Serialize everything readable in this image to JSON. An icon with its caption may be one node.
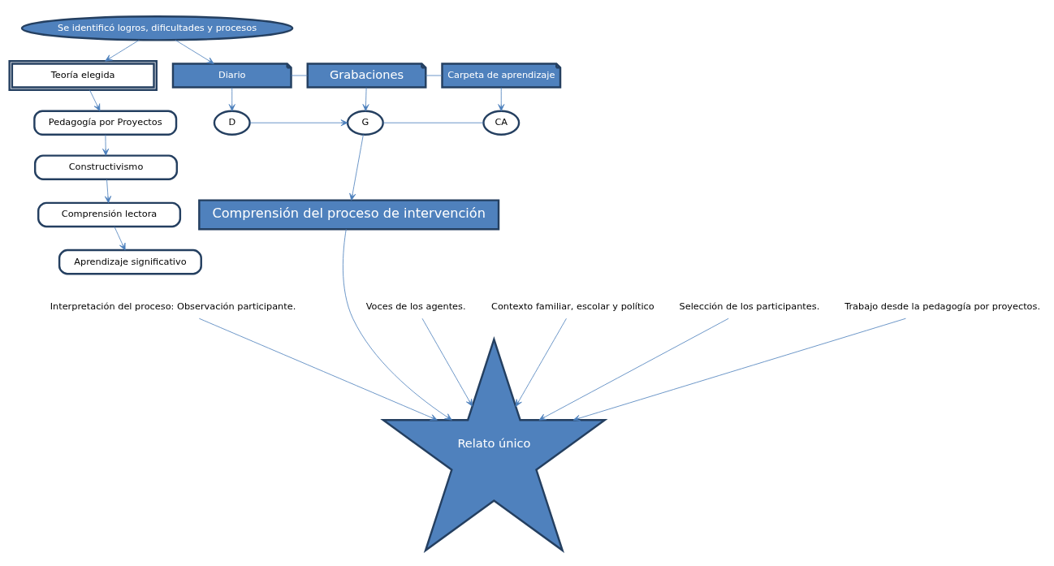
{
  "diagram": {
    "nodes": [
      {
        "text": [
          "Se identificó logros, dificultades y procesos"
        ]
      },
      {
        "text": [
          "Teoría elegida"
        ]
      },
      {
        "text": [
          "Pedagogía por Proyectos"
        ]
      },
      {
        "text": [
          "Constructivismo"
        ]
      },
      {
        "text": [
          "Comprensión lectora"
        ]
      },
      {
        "text": [
          "Aprendizaje significativo"
        ]
      },
      {
        "text": [
          "Carpeta de aprendizaje"
        ]
      },
      {
        "text": [
          "Grabaciones"
        ]
      },
      {
        "text": [
          "Diario"
        ]
      },
      {
        "text": [
          "CA"
        ]
      },
      {
        "text": [
          "G"
        ]
      },
      {
        "text": [
          "D"
        ]
      },
      {
        "text": [
          "Comprensión del proceso de intervención"
        ]
      },
      {
        "text": [
          "Relato único"
        ]
      },
      {
        "text": [
          "Interpretación del proceso: Observación participante."
        ]
      },
      {
        "text": [
          "Voces de los agentes."
        ]
      },
      {
        "text": [
          "Contexto familiar, escolar y político"
        ]
      },
      {
        "text": [
          "Selección de los participantes."
        ]
      },
      {
        "text": [
          "Trabajo desde la pedagogía por proyectos."
        ]
      }
    ],
    "edges": [
      {
        "from": 0,
        "to": 1,
        "arrow": "to"
      },
      {
        "from": 0,
        "to": 8,
        "arrow": "to"
      },
      {
        "from": 1,
        "to": 2,
        "arrow": "to"
      },
      {
        "from": 2,
        "to": 3,
        "arrow": "to"
      },
      {
        "from": 3,
        "to": 4,
        "arrow": "to"
      },
      {
        "from": 4,
        "to": 5,
        "arrow": "to"
      },
      {
        "from": 6,
        "to": 7,
        "arrow": "none"
      },
      {
        "from": 7,
        "to": 8,
        "arrow": "none"
      },
      {
        "from": 6,
        "to": 9,
        "arrow": "to"
      },
      {
        "from": 7,
        "to": 10,
        "arrow": "to"
      },
      {
        "from": 8,
        "to": 11,
        "arrow": "to"
      },
      {
        "from": 9,
        "to": 10,
        "arrow": "none"
      },
      {
        "from": 11,
        "to": 10,
        "arrow": "to"
      },
      {
        "from": 10,
        "to": 12,
        "arrow": "to"
      },
      {
        "from": 12,
        "to": 13,
        "arrow": "to"
      },
      {
        "from": 14,
        "to": 13,
        "arrow": "to"
      },
      {
        "from": 15,
        "to": 13,
        "arrow": "to"
      },
      {
        "from": 16,
        "to": 13,
        "arrow": "to"
      },
      {
        "from": 17,
        "to": 13,
        "arrow": "to"
      },
      {
        "from": 18,
        "to": 13,
        "arrow": "to"
      }
    ]
  }
}
